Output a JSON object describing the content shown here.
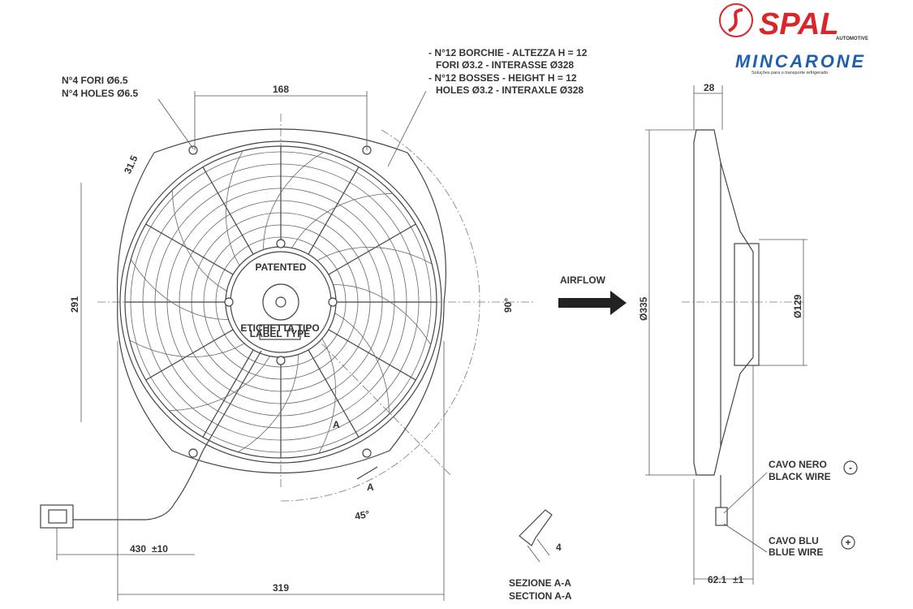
{
  "logos": {
    "spal": {
      "text": "SPAL",
      "sub": "AUTOMOTIVE",
      "color": "#d9262b"
    },
    "mincarone": {
      "text": "MINCARONE",
      "sub": "Soluções para o transporte refrigerado",
      "color": "#1f5fae"
    }
  },
  "front_view": {
    "holes_it": "N°4 FORI Ø6.5",
    "holes_en": "N°4 HOLES Ø6.5",
    "dim_top": "168",
    "dim_angled": "31.5",
    "dim_left": "291",
    "dim_bottom": "319",
    "angle_90": "90°",
    "angle_45": "45°",
    "section_mark_1": "A",
    "section_mark_2": "A",
    "cable_length": "430",
    "cable_tol": "±10",
    "hub_text": "PATENTED",
    "label_it": "ETICHETTA TIPO",
    "label_en": "LABEL TYPE"
  },
  "bosses_note": {
    "line1": "- N°12 BORCHIE - ALTEZZA H = 12",
    "line2": "FORI Ø3.2 - INTERASSE Ø328",
    "line3": "- N°12 BOSSES - HEIGHT H = 12",
    "line4": "HOLES Ø3.2 - INTERAXLE Ø328"
  },
  "airflow": "AIRFLOW",
  "side_view": {
    "dim_depth": "28",
    "dim_diameter": "Ø335",
    "dim_motor": "Ø129",
    "dim_total": "62.1",
    "dim_total_tol": "±1",
    "black_wire_it": "CAVO NERO",
    "black_wire_en": "BLACK WIRE",
    "black_polarity": "-",
    "blue_wire_it": "CAVO BLU",
    "blue_wire_en": "BLUE WIRE",
    "blue_polarity": "+"
  },
  "section": {
    "dim": "4",
    "title_it": "SEZIONE A-A",
    "title_en": "SECTION A-A"
  }
}
